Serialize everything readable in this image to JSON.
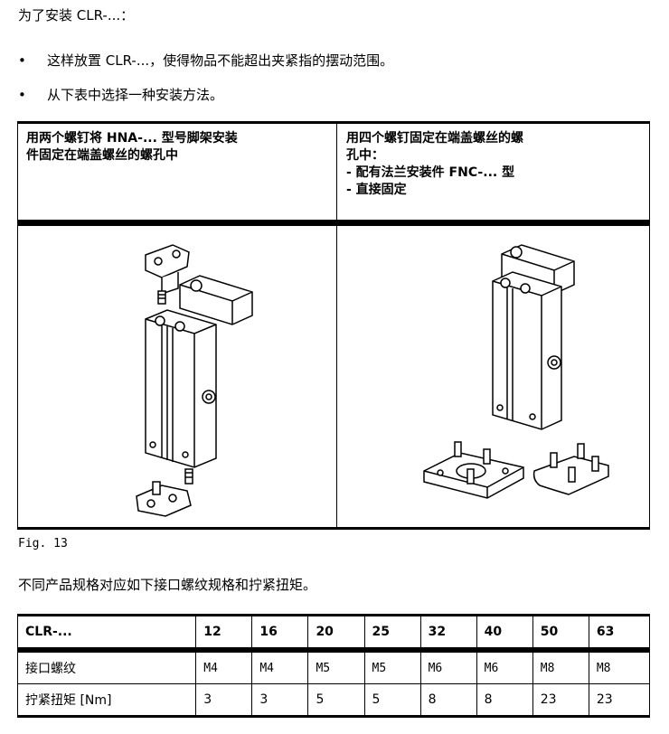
{
  "intro": "为了安装 CLR-...：",
  "bullets": [
    "这样放置 CLR-...，使得物品不能超出夹紧指的摆动范围。",
    "从下表中选择一种安装方法。"
  ],
  "bullet_symbol": "•",
  "figure_table": {
    "left_header": [
      "用两个螺钉将 HNA-... 型号脚架安装",
      "件固定在端盖螺丝的螺孔中"
    ],
    "right_header": [
      "用四个螺钉固定在端盖螺丝的螺",
      "孔中："
    ],
    "right_options": [
      "- 配有法兰安装件 FNC-... 型",
      "- 直接固定"
    ]
  },
  "caption": "Fig. 13",
  "paragraph": "不同产品规格对应如下接口螺纹规格和拧紧扭矩。",
  "spec_table": {
    "header": [
      "CLR-...",
      "12",
      "16",
      "20",
      "25",
      "32",
      "40",
      "50",
      "63"
    ],
    "rows": [
      [
        "接口螺纹",
        "M4",
        "M4",
        "M5",
        "M5",
        "M6",
        "M6",
        "M8",
        "M8"
      ],
      [
        "拧紧扭矩 [Nm]",
        "3",
        "3",
        "5",
        "5",
        "8",
        "8",
        "23",
        "23"
      ]
    ]
  }
}
